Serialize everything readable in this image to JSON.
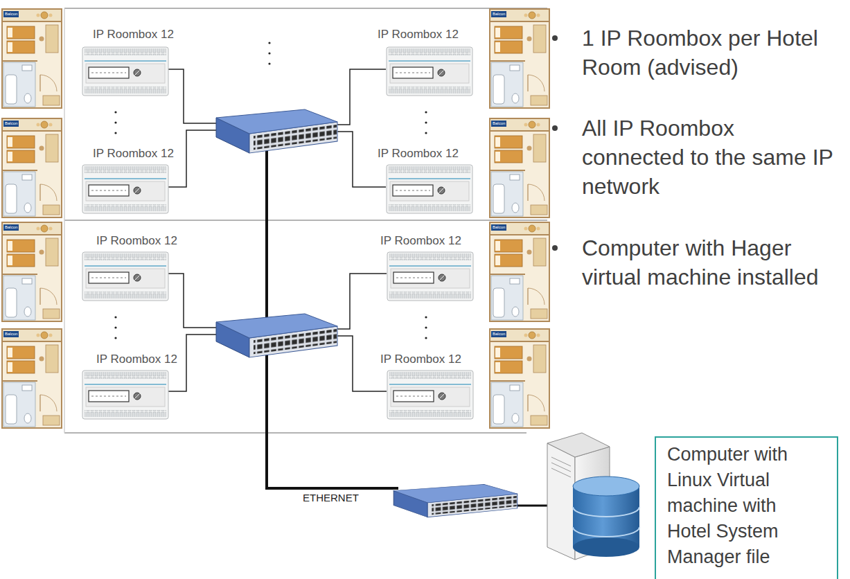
{
  "diagram": {
    "nodes": [
      {
        "text": [
          "IP Roombox 12"
        ]
      },
      {
        "text": [
          "IP Roombox 12"
        ]
      },
      {
        "text": [
          "IP Roombox 12"
        ]
      },
      {
        "text": [
          "IP Roombox 12"
        ]
      },
      {
        "text": [
          "IP Roombox 12"
        ]
      },
      {
        "text": [
          "IP Roombox 12"
        ]
      },
      {
        "text": [
          "IP Roombox 12"
        ]
      },
      {
        "text": [
          "IP Roombox 12"
        ]
      },
      {
        "text": [
          "Computer with Linux Virtual machine with Hotel System Manager file"
        ]
      }
    ],
    "labels": [
      "1 IP Roombox per Hotel Room (advised)",
      "All IP Roombox connected to the same IP network",
      "Computer with Hager virtual machine installed",
      "Balcon",
      "Balcon",
      "Balcon",
      "Balcon",
      "Balcon",
      "Balcon",
      "Balcon",
      "Balcon",
      "ETHERNET"
    ]
  }
}
